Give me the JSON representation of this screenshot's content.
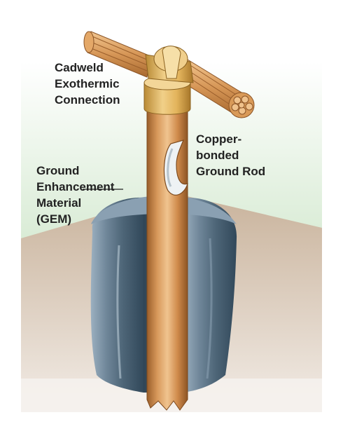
{
  "diagram": {
    "labels": {
      "cadweld": [
        "Cadweld",
        "Exothermic",
        "Connection"
      ],
      "ground_rod": [
        "Copper-",
        "bonded",
        "Ground Rod"
      ],
      "gem": [
        "Ground",
        "Enhancement",
        "Material",
        "(GEM)"
      ]
    },
    "colors": {
      "sky_top": "#ffffff",
      "sky_green": "#93c48e",
      "soil": "#c3ab94",
      "gem_grey": "#6e8496",
      "copper": "#c98a4b",
      "copper_light": "#efc18c",
      "brass": "#e0b45a",
      "text": "#222222"
    }
  }
}
